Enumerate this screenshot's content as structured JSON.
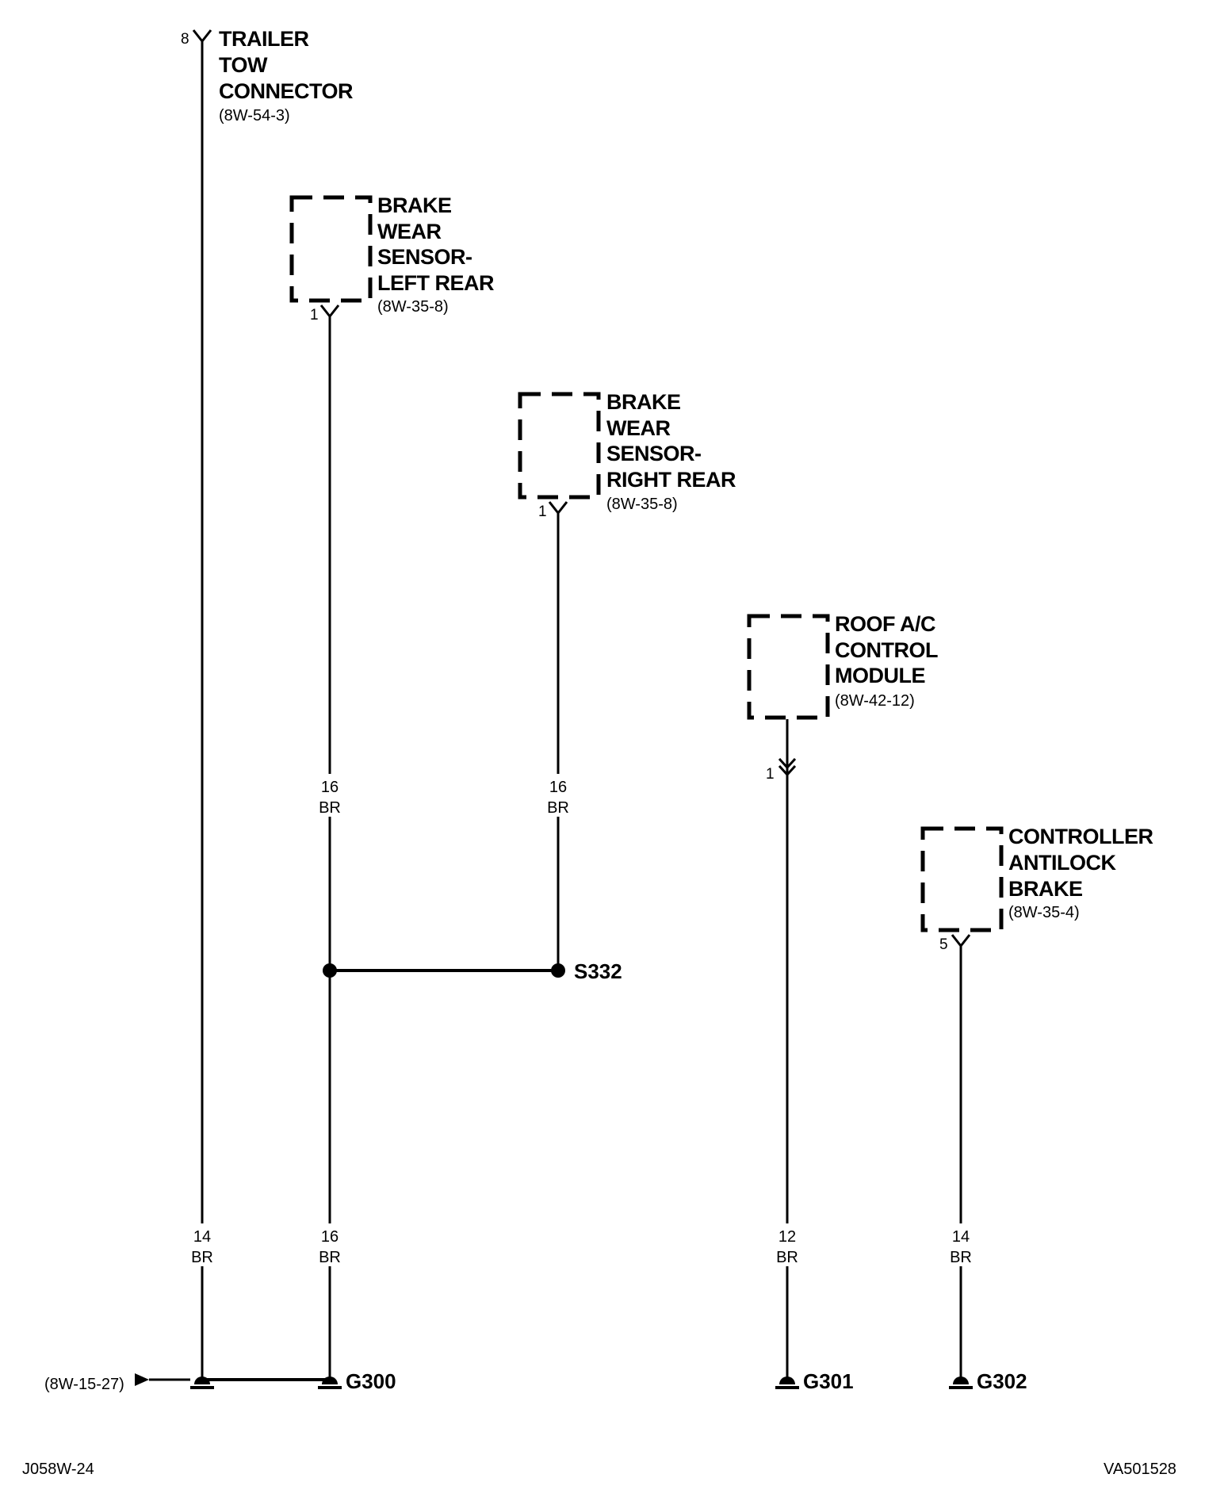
{
  "components": {
    "trailer_tow": {
      "lines": [
        "TRAILER",
        "TOW",
        "CONNECTOR"
      ],
      "ref": "(8W-54-3)",
      "pin": "8"
    },
    "bws_left_rear": {
      "lines": [
        "BRAKE",
        "WEAR",
        "SENSOR-",
        "LEFT REAR"
      ],
      "ref": "(8W-35-8)",
      "pin": "1"
    },
    "bws_right_rear": {
      "lines": [
        "BRAKE",
        "WEAR",
        "SENSOR-",
        "RIGHT REAR"
      ],
      "ref": "(8W-35-8)",
      "pin": "1"
    },
    "roof_ac": {
      "lines": [
        "ROOF A/C",
        "CONTROL",
        "MODULE"
      ],
      "ref": "(8W-42-12)",
      "pin": "1"
    },
    "abs_controller": {
      "lines": [
        "CONTROLLER",
        "ANTILOCK",
        "BRAKE"
      ],
      "ref": "(8W-35-4)",
      "pin": "5"
    }
  },
  "wires": {
    "left_rear_upper": {
      "gauge": "16",
      "color": "BR"
    },
    "right_rear_upper": {
      "gauge": "16",
      "color": "BR"
    },
    "trailer_lower": {
      "gauge": "14",
      "color": "BR"
    },
    "left_rear_lower": {
      "gauge": "16",
      "color": "BR"
    },
    "roof_ac_lower": {
      "gauge": "12",
      "color": "BR"
    },
    "abs_lower": {
      "gauge": "14",
      "color": "BR"
    }
  },
  "splice": {
    "label": "S332"
  },
  "grounds": {
    "g300": "G300",
    "g301": "G301",
    "g302": "G302"
  },
  "offpage_ref": "(8W-15-27)",
  "footer": {
    "left": "J058W-24",
    "right": "VA501528"
  }
}
